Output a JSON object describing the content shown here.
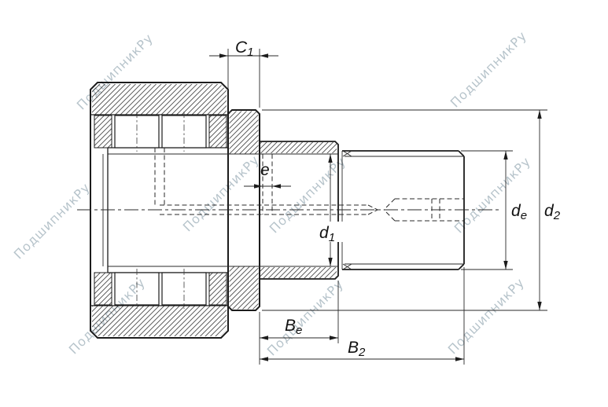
{
  "watermark": {
    "text": "ПодшипникРу"
  },
  "dimensions": {
    "c1": {
      "label": "C",
      "subscript": "1"
    },
    "e": {
      "label": "e",
      "subscript": ""
    },
    "d1": {
      "label": "d",
      "subscript": "1"
    },
    "de": {
      "label": "d",
      "subscript": "e"
    },
    "d2": {
      "label": "d",
      "subscript": "2"
    },
    "be": {
      "label": "B",
      "subscript": "e"
    },
    "b2": {
      "label": "B",
      "subscript": "2"
    }
  },
  "colors": {
    "line": "#1c1c1c",
    "background": "#ffffff",
    "watermark": "#9fb0ba"
  }
}
